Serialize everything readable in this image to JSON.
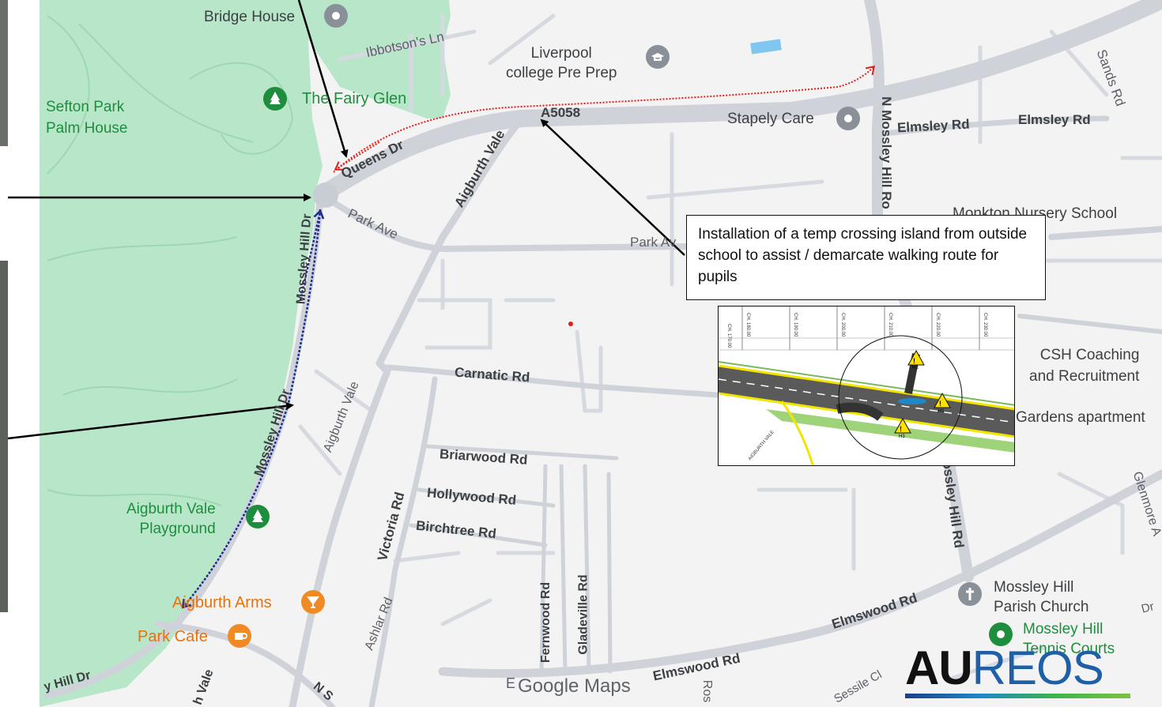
{
  "map": {
    "places": {
      "bridge_house": "Bridge House",
      "liverpool_college": "Liverpool\ncollege Pre Prep",
      "sefton_park_palm_house": "Sefton Park\nPalm House",
      "fairy_glen": "The Fairy Glen",
      "stapely_care": "Stapely Care",
      "monkton_nursery": "Monkton Nursery School",
      "csh_coaching": "CSH Coaching\nand Recruitment",
      "gardens_apartment": "Gardens apartment",
      "aigburth_vale_playground": "Aigburth Vale\nPlayground",
      "aigburth_arms": "Aigburth Arms",
      "park_cafe": "Park Cafe",
      "mossley_hill_church": "Mossley Hill\nParish Church",
      "mossley_hill_tennis": "Mossley Hill\nTennis Courts"
    },
    "roads": {
      "ibbotsons_ln": "Ibbotson's Ln",
      "a5058": "A5058",
      "queens_dr": "Queens Dr",
      "park_ave": "Park Ave",
      "park_ave_2": "Park Av",
      "aigburth_vale_1": "Aigburth Vale",
      "aigburth_vale_2": "Aigburth Vale",
      "mossley_hill_dr_1": "Mossley Hill Dr",
      "mossley_hill_dr_2": "Mossley Hill Dr",
      "mossley_hill_dr_3": "y Hill Dr",
      "n_mossley_hill_rd": "N Mossley Hill Ro",
      "mossley_hill_rd": "ossley Hill Rd",
      "elmsley_rd_1": "Elmsley Rd",
      "elmsley_rd_2": "Elmsley Rd",
      "sands_rd": "Sands Rd",
      "carnatic_rd": "Carnatic Rd",
      "briarwood_rd": "Briarwood Rd",
      "hollywood_rd": "Hollywood Rd",
      "birchtree_rd": "Birchtree Rd",
      "victoria_rd": "Victoria Rd",
      "ashlar_rd": "Ashlar Rd",
      "fernwood_rd": "Fernwood Rd",
      "gladeville_rd": "Gladeville Rd",
      "elmswood_rd_1": "Elmswood Rd",
      "elmswood_rd_2": "Elmswood Rd",
      "glenmore": "Glenmore A",
      "sessile_cl": "Sessile Cl",
      "n_s": "N S",
      "vale": "h Vale",
      "ros": "Ros",
      "dr_edge": "Dr",
      "e_edge": "E"
    },
    "attribution": "Google Maps"
  },
  "callout": {
    "text": "Installation of a temp crossing island from outside school to assist / demarcate walking route for pupils"
  },
  "inset": {
    "chainages": [
      "CH. 170.00",
      "CH. 180.00",
      "CH. 190.00",
      "CH. 200.00",
      "CH. 210.00",
      "CH. 220.00",
      "CH. 230.00"
    ],
    "hazard_tags": [
      "H2",
      "H1",
      "H3"
    ],
    "road_label": "AIGBURTH VALE"
  },
  "logo": {
    "text_a": "AU",
    "text_b": "REOS"
  },
  "colors": {
    "park_green": "#b8e6c9",
    "road_gray": "#cfd3d9",
    "land": "#f4f3f4",
    "walking_route_red": "#e0201c",
    "walking_route_blue": "#1c2f8f",
    "annotation_arrow": "#000000",
    "logo_black": "#111111",
    "logo_blue": "#1e5fa8"
  }
}
